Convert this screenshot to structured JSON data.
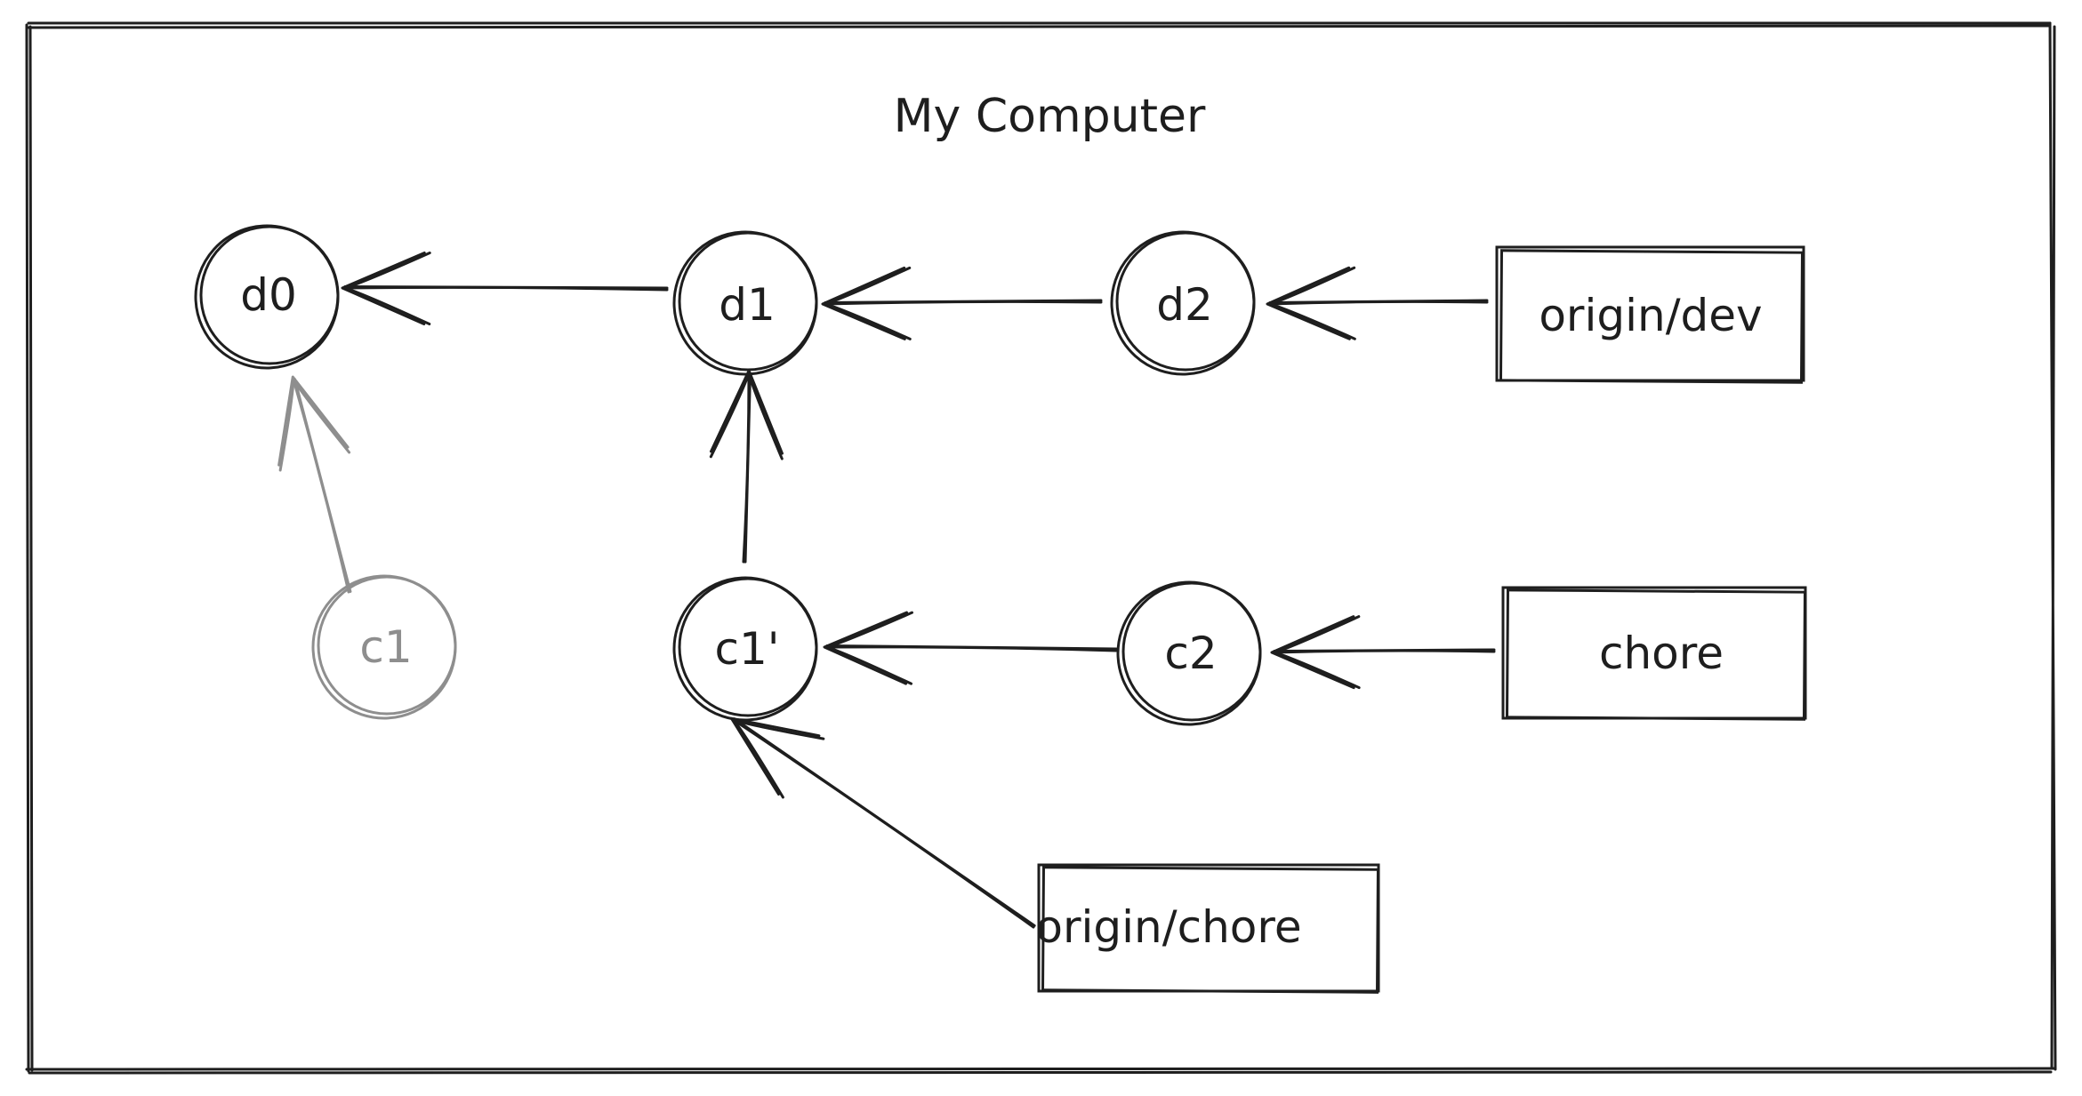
{
  "title": "My Computer",
  "colors": {
    "ink": "#1e1e1e",
    "faded": "#8e8e8e",
    "background": "#ffffff"
  },
  "commits": {
    "d0": {
      "label": "d0",
      "faded": false
    },
    "d1": {
      "label": "d1",
      "faded": false
    },
    "d2": {
      "label": "d2",
      "faded": false
    },
    "c1": {
      "label": "c1",
      "faded": true
    },
    "c1p": {
      "label": "c1'",
      "faded": false
    },
    "c2": {
      "label": "c2",
      "faded": false
    }
  },
  "refs": {
    "origin_dev": {
      "label": "origin/dev"
    },
    "chore": {
      "label": "chore"
    },
    "origin_chore": {
      "label": "origin/chore"
    }
  },
  "edges": [
    {
      "from": "d1",
      "to": "d0"
    },
    {
      "from": "d2",
      "to": "d1"
    },
    {
      "from": "origin_dev",
      "to": "d2"
    },
    {
      "from": "c1",
      "to": "d0",
      "faded": true
    },
    {
      "from": "c1p",
      "to": "d1"
    },
    {
      "from": "c2",
      "to": "c1p"
    },
    {
      "from": "chore",
      "to": "c2"
    },
    {
      "from": "origin_chore",
      "to": "c1p"
    }
  ]
}
